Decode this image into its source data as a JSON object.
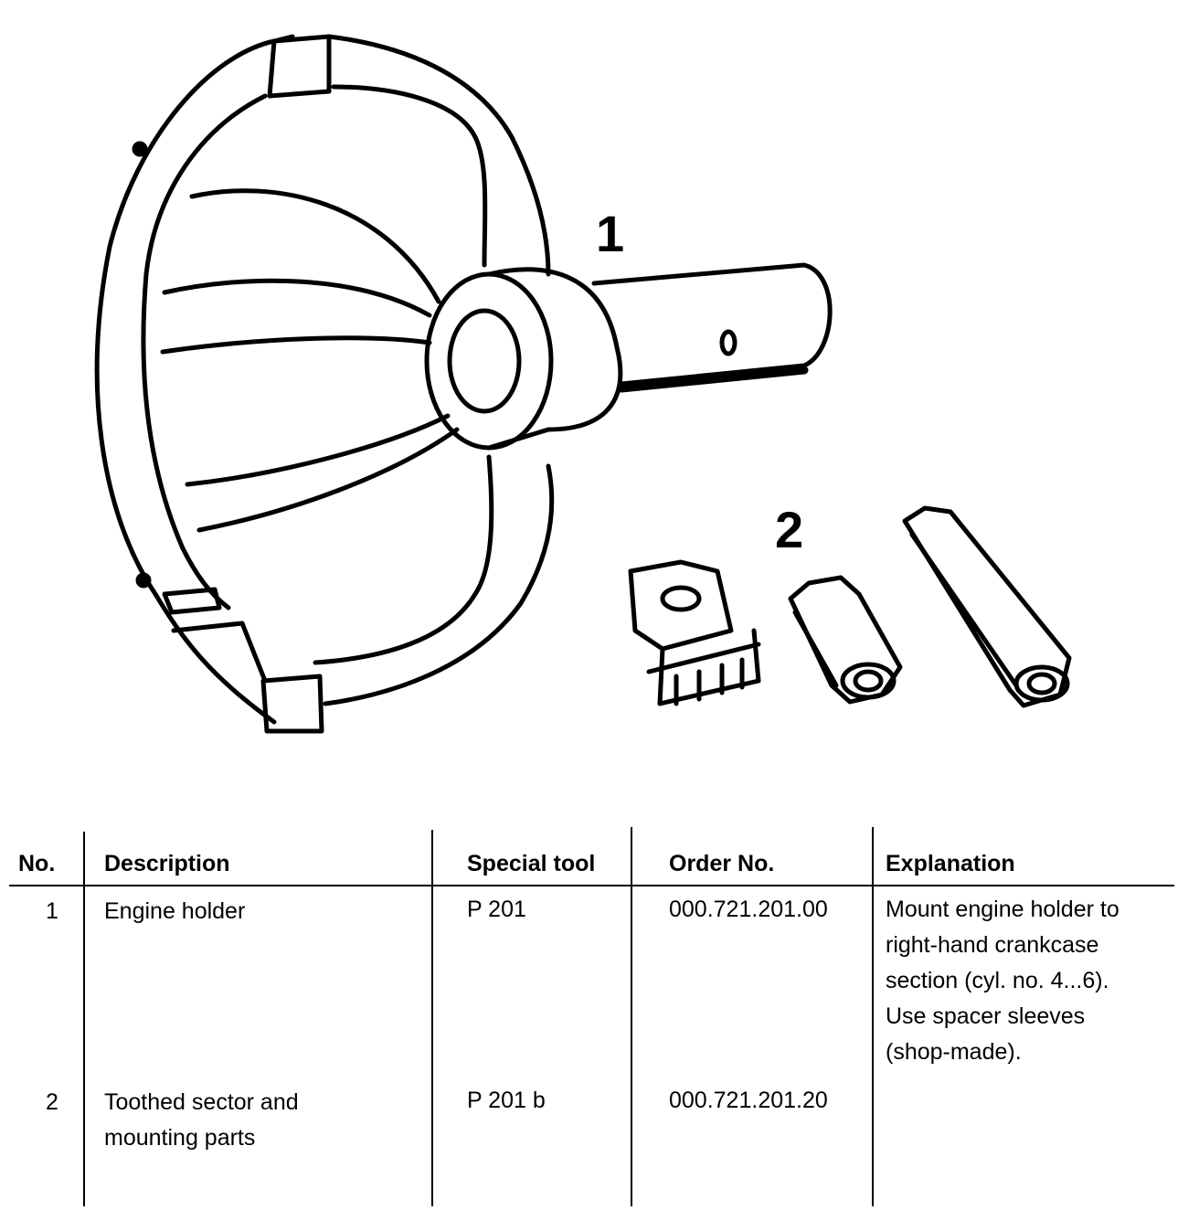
{
  "illustration": {
    "callouts": [
      "1",
      "2"
    ]
  },
  "table": {
    "headers": {
      "no": "No.",
      "description": "Description",
      "special_tool": "Special tool",
      "order_no": "Order No.",
      "explanation": "Explanation"
    },
    "rows": [
      {
        "no": "1",
        "description": "Engine holder",
        "special_tool": "P 201",
        "order_no": "000.721.201.00",
        "explanation": "Mount engine holder to\nright-hand crankcase\nsection (cyl. no. 4...6).\nUse spacer sleeves\n(shop-made)."
      },
      {
        "no": "2",
        "description": "Toothed sector and\nmounting parts",
        "special_tool": "P 201 b",
        "order_no": "000.721.201.20",
        "explanation": ""
      }
    ]
  }
}
